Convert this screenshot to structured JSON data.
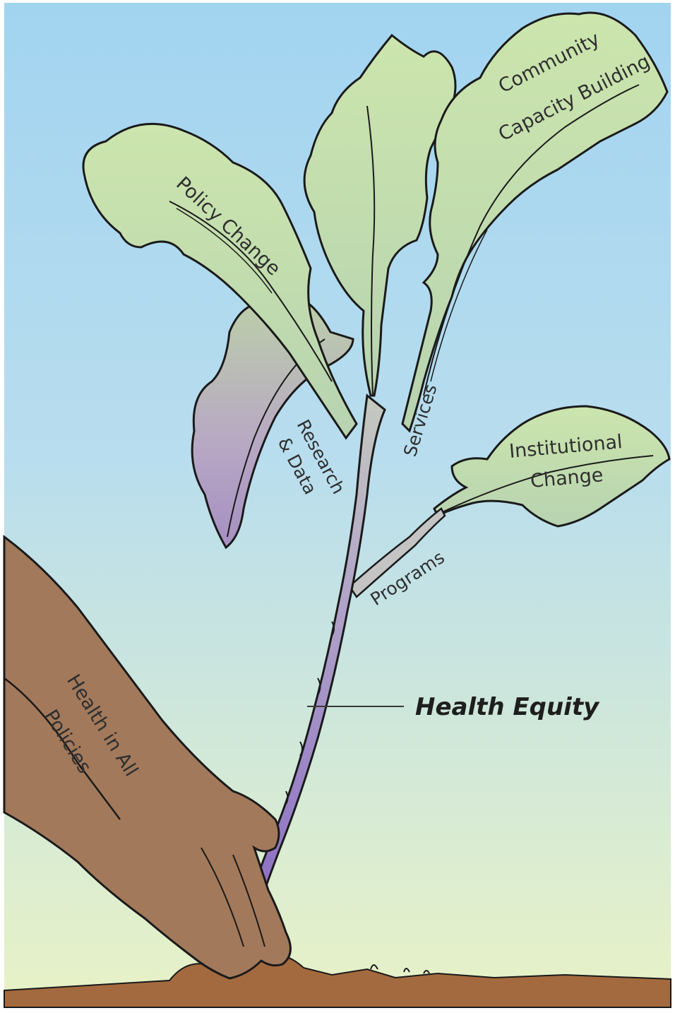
{
  "labels": {
    "policy_change": "Policy Change",
    "community_line1": "Community",
    "community_line2": "Capacity Building",
    "services": "Services",
    "research_line1": "Research",
    "research_line2": "& Data",
    "institutional_line1": "Institutional",
    "institutional_line2": "Change",
    "programs": "Programs",
    "health_equity": "Health Equity",
    "hiap_line1": "Health in All",
    "hiap_line2": "Policies"
  },
  "colors": {
    "sky_top": "#a6d6f0",
    "sky_bottom": "#e7f1c8",
    "leaf": "#c9e3b0",
    "leaf_dark": "#a9c7a1",
    "stem_top": "#c2c7bd",
    "stem_bottom": "#8e70c2",
    "skin": "#a2795b",
    "soil": "#a46a3f",
    "outline": "#1a1a1a"
  }
}
